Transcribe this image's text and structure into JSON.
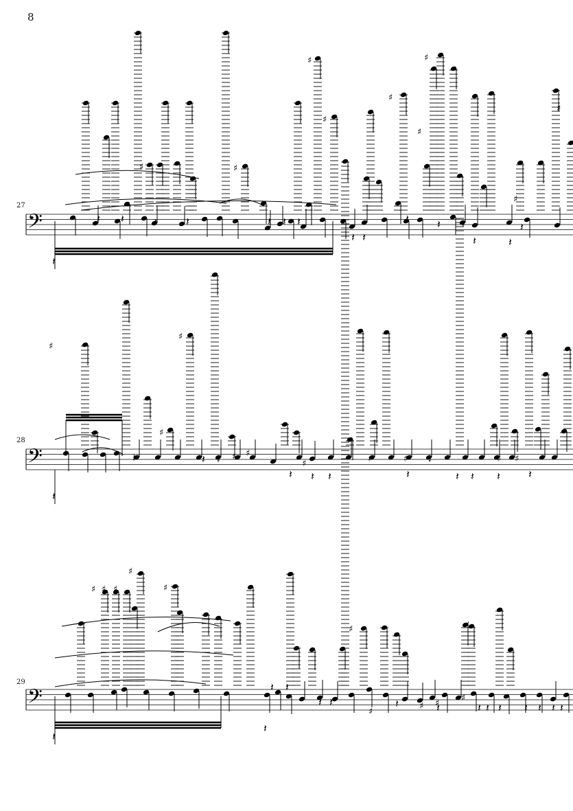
{
  "page": {
    "number": "8"
  },
  "systems": [
    {
      "measure_number": "27"
    },
    {
      "measure_number": "28"
    },
    {
      "measure_number": "29"
    }
  ],
  "glyphs": {
    "bass_clef": "𝄢",
    "sharp": "♯",
    "natural": "♮",
    "quarter_rest": "𝄽"
  },
  "colors": {
    "ink": "#000000",
    "paper": "#ffffff"
  }
}
